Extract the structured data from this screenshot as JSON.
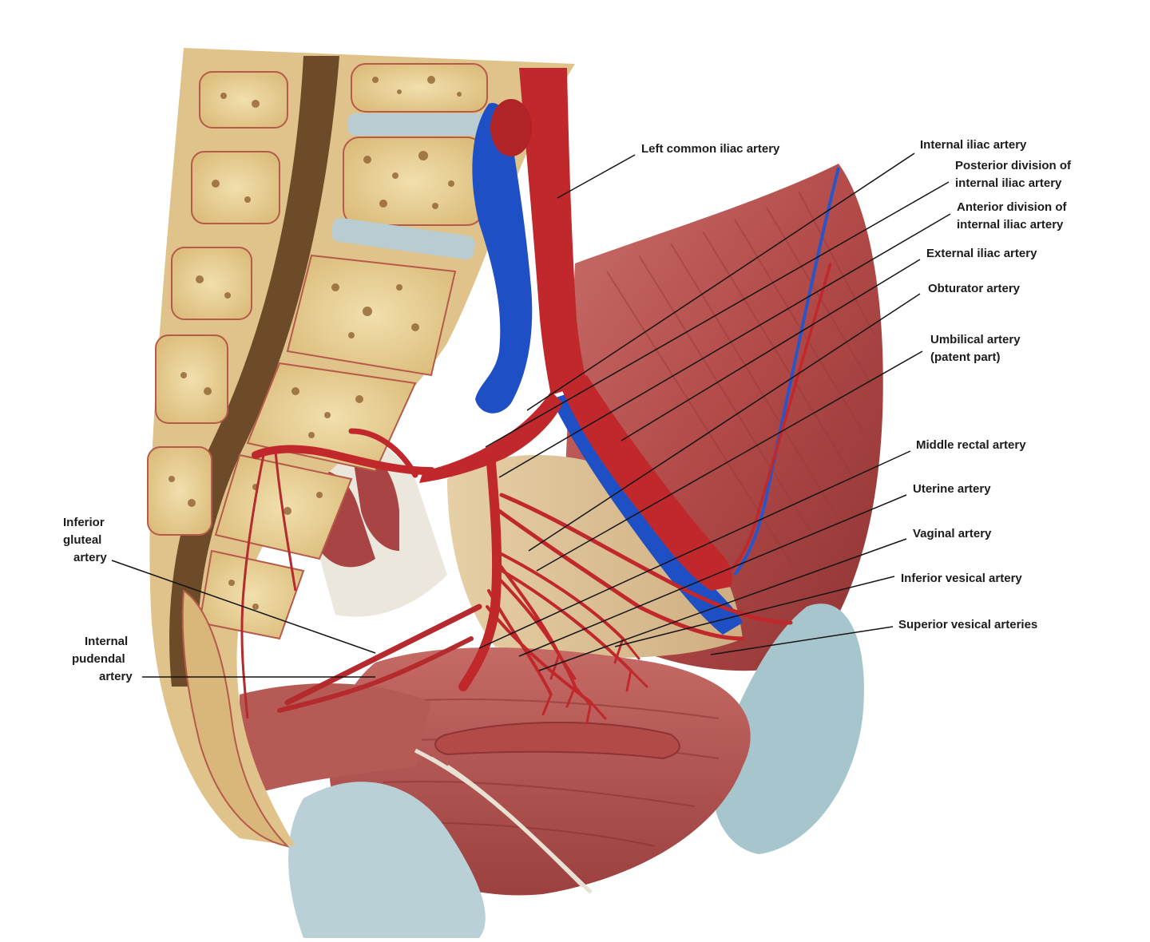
{
  "labels": {
    "left_common_iliac": "Left common iliac artery",
    "internal_iliac": "Internal iliac artery",
    "posterior_division": [
      "Posterior division of",
      "internal iliac artery"
    ],
    "anterior_division": [
      "Anterior division of",
      "internal iliac artery"
    ],
    "external_iliac": "External iliac artery",
    "obturator": "Obturator artery",
    "umbilical": [
      "Umbilical artery",
      "(patent part)"
    ],
    "middle_rectal": "Middle rectal artery",
    "uterine": "Uterine artery",
    "vaginal": "Vaginal artery",
    "inferior_vesical": "Inferior vesical artery",
    "superior_vesical": "Superior vesical arteries",
    "inferior_gluteal": [
      "Inferior",
      "gluteal",
      "artery"
    ],
    "internal_pudendal": [
      "Internal",
      "pudendal",
      "artery"
    ]
  },
  "colors": {
    "artery": "#c0282c",
    "artery_dark": "#8e1a1d",
    "vein": "#1f4fc4",
    "bone": "#ead39a",
    "marrow": "#8a5a2a",
    "disc": "#b9ccd2",
    "muscle": "#b3504e",
    "muscle_dark": "#7e2a2a",
    "ligament": "#ece7dc",
    "cartilage": "#a7c5cc",
    "fascia": "#dcc19a"
  }
}
